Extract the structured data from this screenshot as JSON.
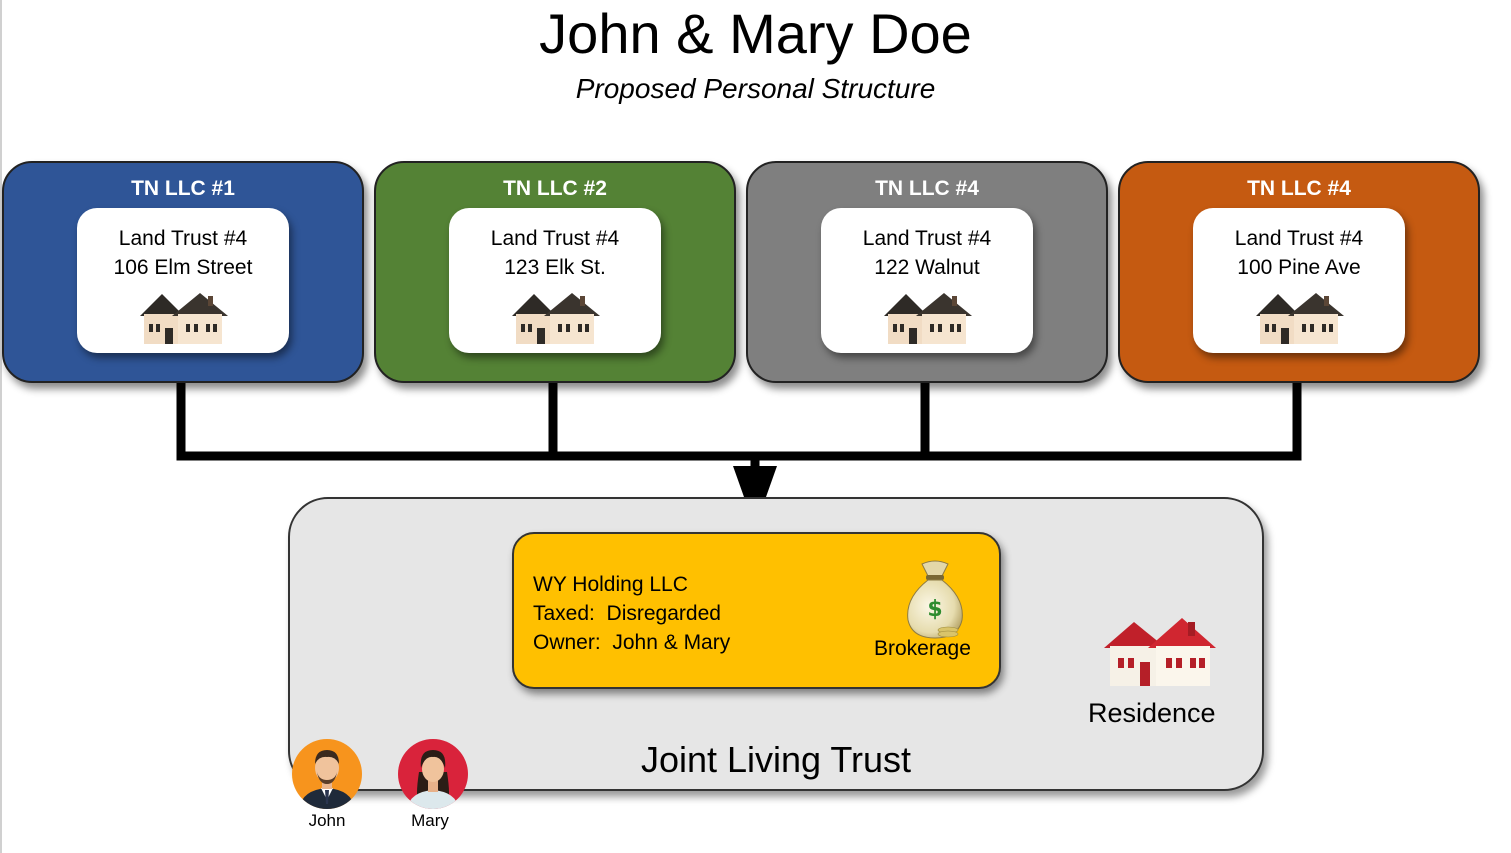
{
  "title": "John & Mary Doe",
  "subtitle": "Proposed Personal Structure",
  "llcs": [
    {
      "label": "TN LLC #1",
      "trust": "Land Trust #4",
      "address": "106 Elm Street",
      "color": "#2f5597"
    },
    {
      "label": "TN LLC #2",
      "trust": "Land Trust #4",
      "address": "123 Elk St.",
      "color": "#548235"
    },
    {
      "label": "TN LLC #4",
      "trust": "Land Trust #4",
      "address": "122 Walnut",
      "color": "#7f7f7f"
    },
    {
      "label": "TN LLC #4",
      "trust": "Land Trust #4",
      "address": "100 Pine Ave",
      "color": "#c55a11"
    }
  ],
  "holding": {
    "line1": "WY Holding LLC",
    "line2": "Taxed:  Disregarded",
    "line3": "Owner:  John & Mary",
    "color": "#ffc000",
    "brokerage_label": "Brokerage",
    "brokerage_icon": "money-bag-icon"
  },
  "jlt_label": "Joint Living Trust",
  "residence_label": "Residence",
  "residence_icon": "house-icon",
  "people": [
    {
      "name": "John",
      "color": "#f7941d"
    },
    {
      "name": "Mary",
      "color": "#d9233b"
    }
  ]
}
